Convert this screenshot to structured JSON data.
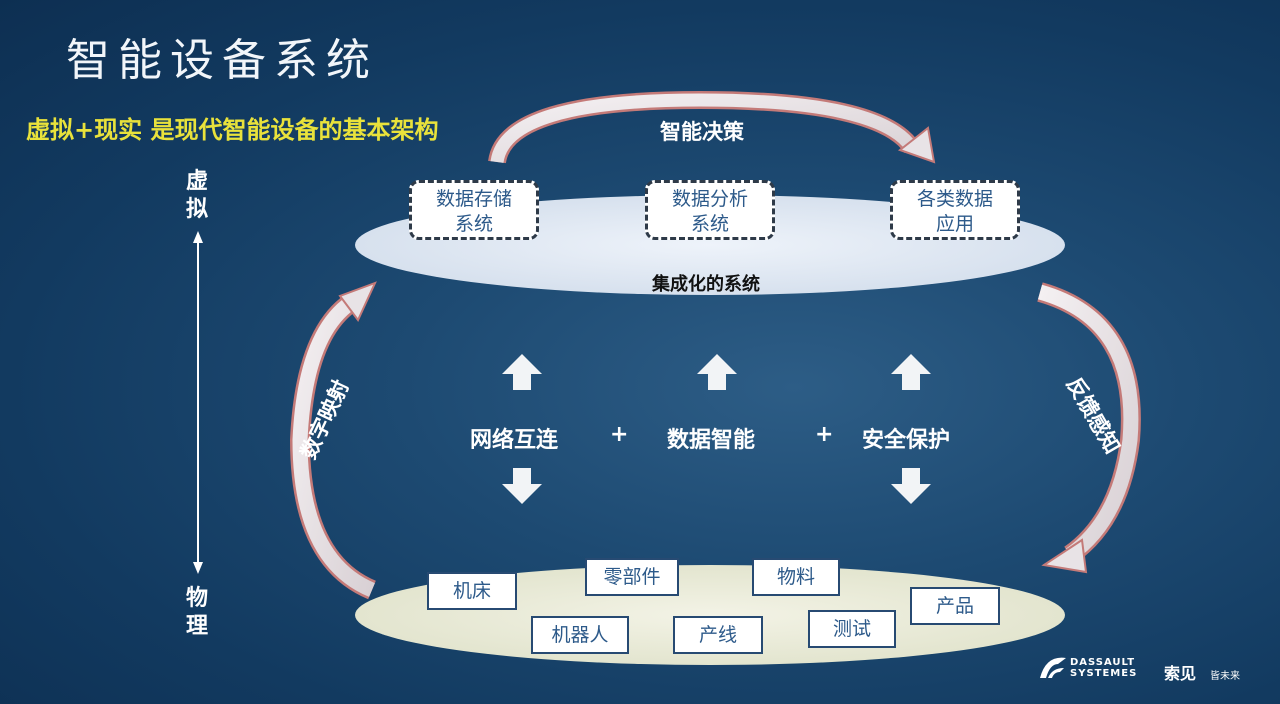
{
  "title": "智能设备系统",
  "subtitle": "虚拟+现实 是现代智能设备的基本架构",
  "axis": {
    "top": "虚拟",
    "bottom": "物理"
  },
  "top_arrow_label": "智能决策",
  "right_arrow_label": "反馈感知",
  "left_arrow_label": "数字映射",
  "virtual_layer": {
    "label": "集成化的系统",
    "boxes": [
      {
        "line1": "数据存储",
        "line2": "系统"
      },
      {
        "line1": "数据分析",
        "line2": "系统"
      },
      {
        "line1": "各类数据",
        "line2": "应用"
      }
    ]
  },
  "middle": {
    "items": [
      "网络互连",
      "数据智能",
      "安全保护"
    ],
    "plus": "+"
  },
  "physical_layer": {
    "items": [
      "机床",
      "零部件",
      "物料",
      "机器人",
      "产线",
      "测试",
      "产品"
    ]
  },
  "logo": {
    "line1": "DASSAULT",
    "line2": "SYSTEMES",
    "brand": "索见",
    "brand_sub": "皆未来"
  },
  "colors": {
    "arrow_fill": "#e8e3e6",
    "arrow_stroke": "#c47a78",
    "subtitle": "#e9e23b"
  }
}
